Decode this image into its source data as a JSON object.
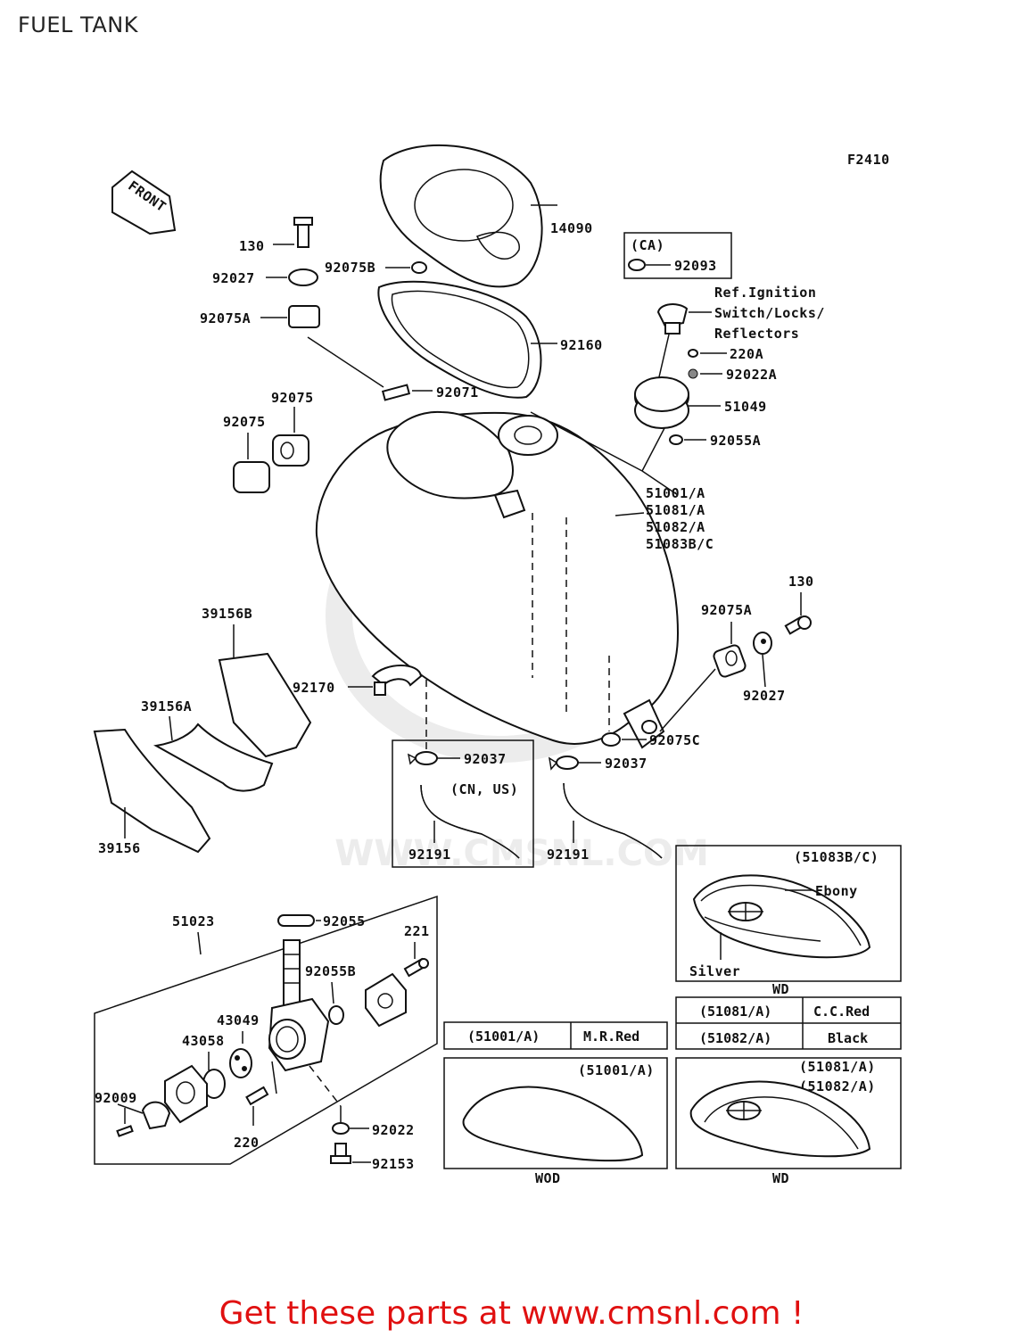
{
  "page_title": "FUEL TANK",
  "figure_code": "F2410",
  "front_arrow_label": "FRONT",
  "ignition_note": [
    "Ref.Ignition",
    "Switch/Locks/",
    "Reflectors"
  ],
  "watermark": "WWW.CMSNL.COM",
  "parts": {
    "p14090": "14090",
    "p130_top": "130",
    "p92075B": "92075B",
    "p92027_top": "92027",
    "p92075A_top": "92075A",
    "p92160": "92160",
    "p92071": "92071",
    "p92075_a": "92075",
    "p92075_b": "92075",
    "ca_code": "(CA)",
    "p92093": "92093",
    "p220A": "220A",
    "p92022A": "92022A",
    "p51049": "51049",
    "p92055A": "92055A",
    "tank_1": "51001/A",
    "tank_2": "51081/A",
    "tank_3": "51082/A",
    "tank_4": "51083B/C",
    "p130_right": "130",
    "p92075A_right": "92075A",
    "p92027_right": "92027",
    "p39156B": "39156B",
    "p92170": "92170",
    "p39156A": "39156A",
    "p39156": "39156",
    "p92075C": "92075C",
    "p92037_left": "92037",
    "cn_us": "(CN, US)",
    "p92037_right": "92037",
    "p92191_left": "92191",
    "p92191_right": "92191",
    "p51023": "51023",
    "p92055": "92055",
    "p221": "221",
    "p92055B": "92055B",
    "p43049": "43049",
    "p43058": "43058",
    "p92009": "92009",
    "p220": "220",
    "p92022": "92022",
    "p92153": "92153"
  },
  "variants": {
    "box_51083": {
      "code": "(51083B/C)",
      "ebony": "Ebony",
      "silver": "Silver",
      "finish": "WD"
    },
    "box_51001": {
      "code": "(51001/A)",
      "finish": "WOD"
    },
    "box_51081": {
      "code1": "(51081/A)",
      "code2": "(51082/A)",
      "finish": "WD"
    }
  },
  "color_table_1": [
    {
      "code": "(51001/A)",
      "color": "M.R.Red"
    }
  ],
  "color_table_2": [
    {
      "code": "(51081/A)",
      "color": "C.C.Red"
    },
    {
      "code": "(51082/A)",
      "color": "Black"
    }
  ],
  "footer_text": "Get these parts at www.cmsnl.com !",
  "colors": {
    "footer": "#e01010",
    "line": "#111111",
    "watermark": "#ececec"
  }
}
